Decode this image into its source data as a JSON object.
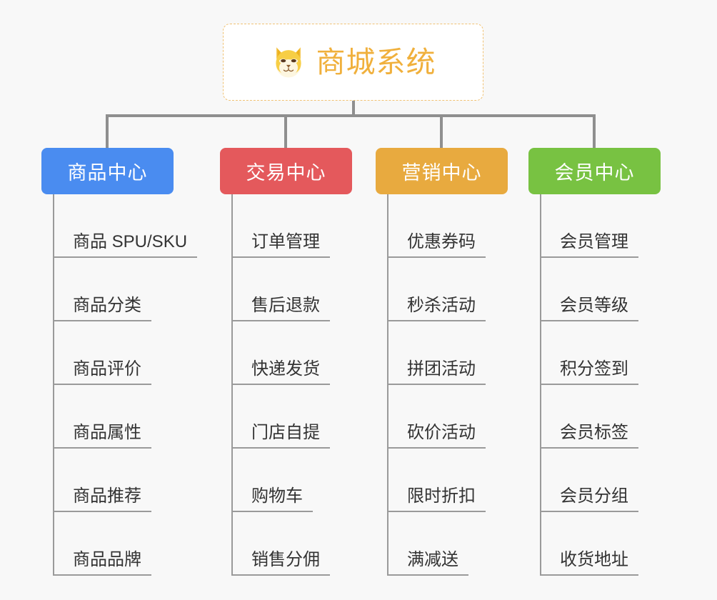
{
  "background_color": "#f8f8f8",
  "root": {
    "icon": "shiba-inu-dog-face-icon",
    "title": "商城系统",
    "text_color": "#f0b03c",
    "border_color": "#f0c274",
    "background_color": "#ffffff"
  },
  "connector_color": "#8f8f8f",
  "leaf_line_color": "#9a9a9a",
  "categories": [
    {
      "label": "商品中心",
      "color": "#4a8cf0",
      "items": [
        "商品 SPU/SKU",
        "商品分类",
        "商品评价",
        "商品属性",
        "商品推荐",
        "商品品牌"
      ]
    },
    {
      "label": "交易中心",
      "color": "#e4595c",
      "items": [
        "订单管理",
        "售后退款",
        "快递发货",
        "门店自提",
        "购物车",
        "销售分佣"
      ]
    },
    {
      "label": "营销中心",
      "color": "#e8aa3f",
      "items": [
        "优惠券码",
        "秒杀活动",
        "拼团活动",
        "砍价活动",
        "限时折扣",
        "满减送"
      ]
    },
    {
      "label": "会员中心",
      "color": "#78c242",
      "items": [
        "会员管理",
        "会员等级",
        "积分签到",
        "会员标签",
        "会员分组",
        "收货地址"
      ]
    }
  ]
}
